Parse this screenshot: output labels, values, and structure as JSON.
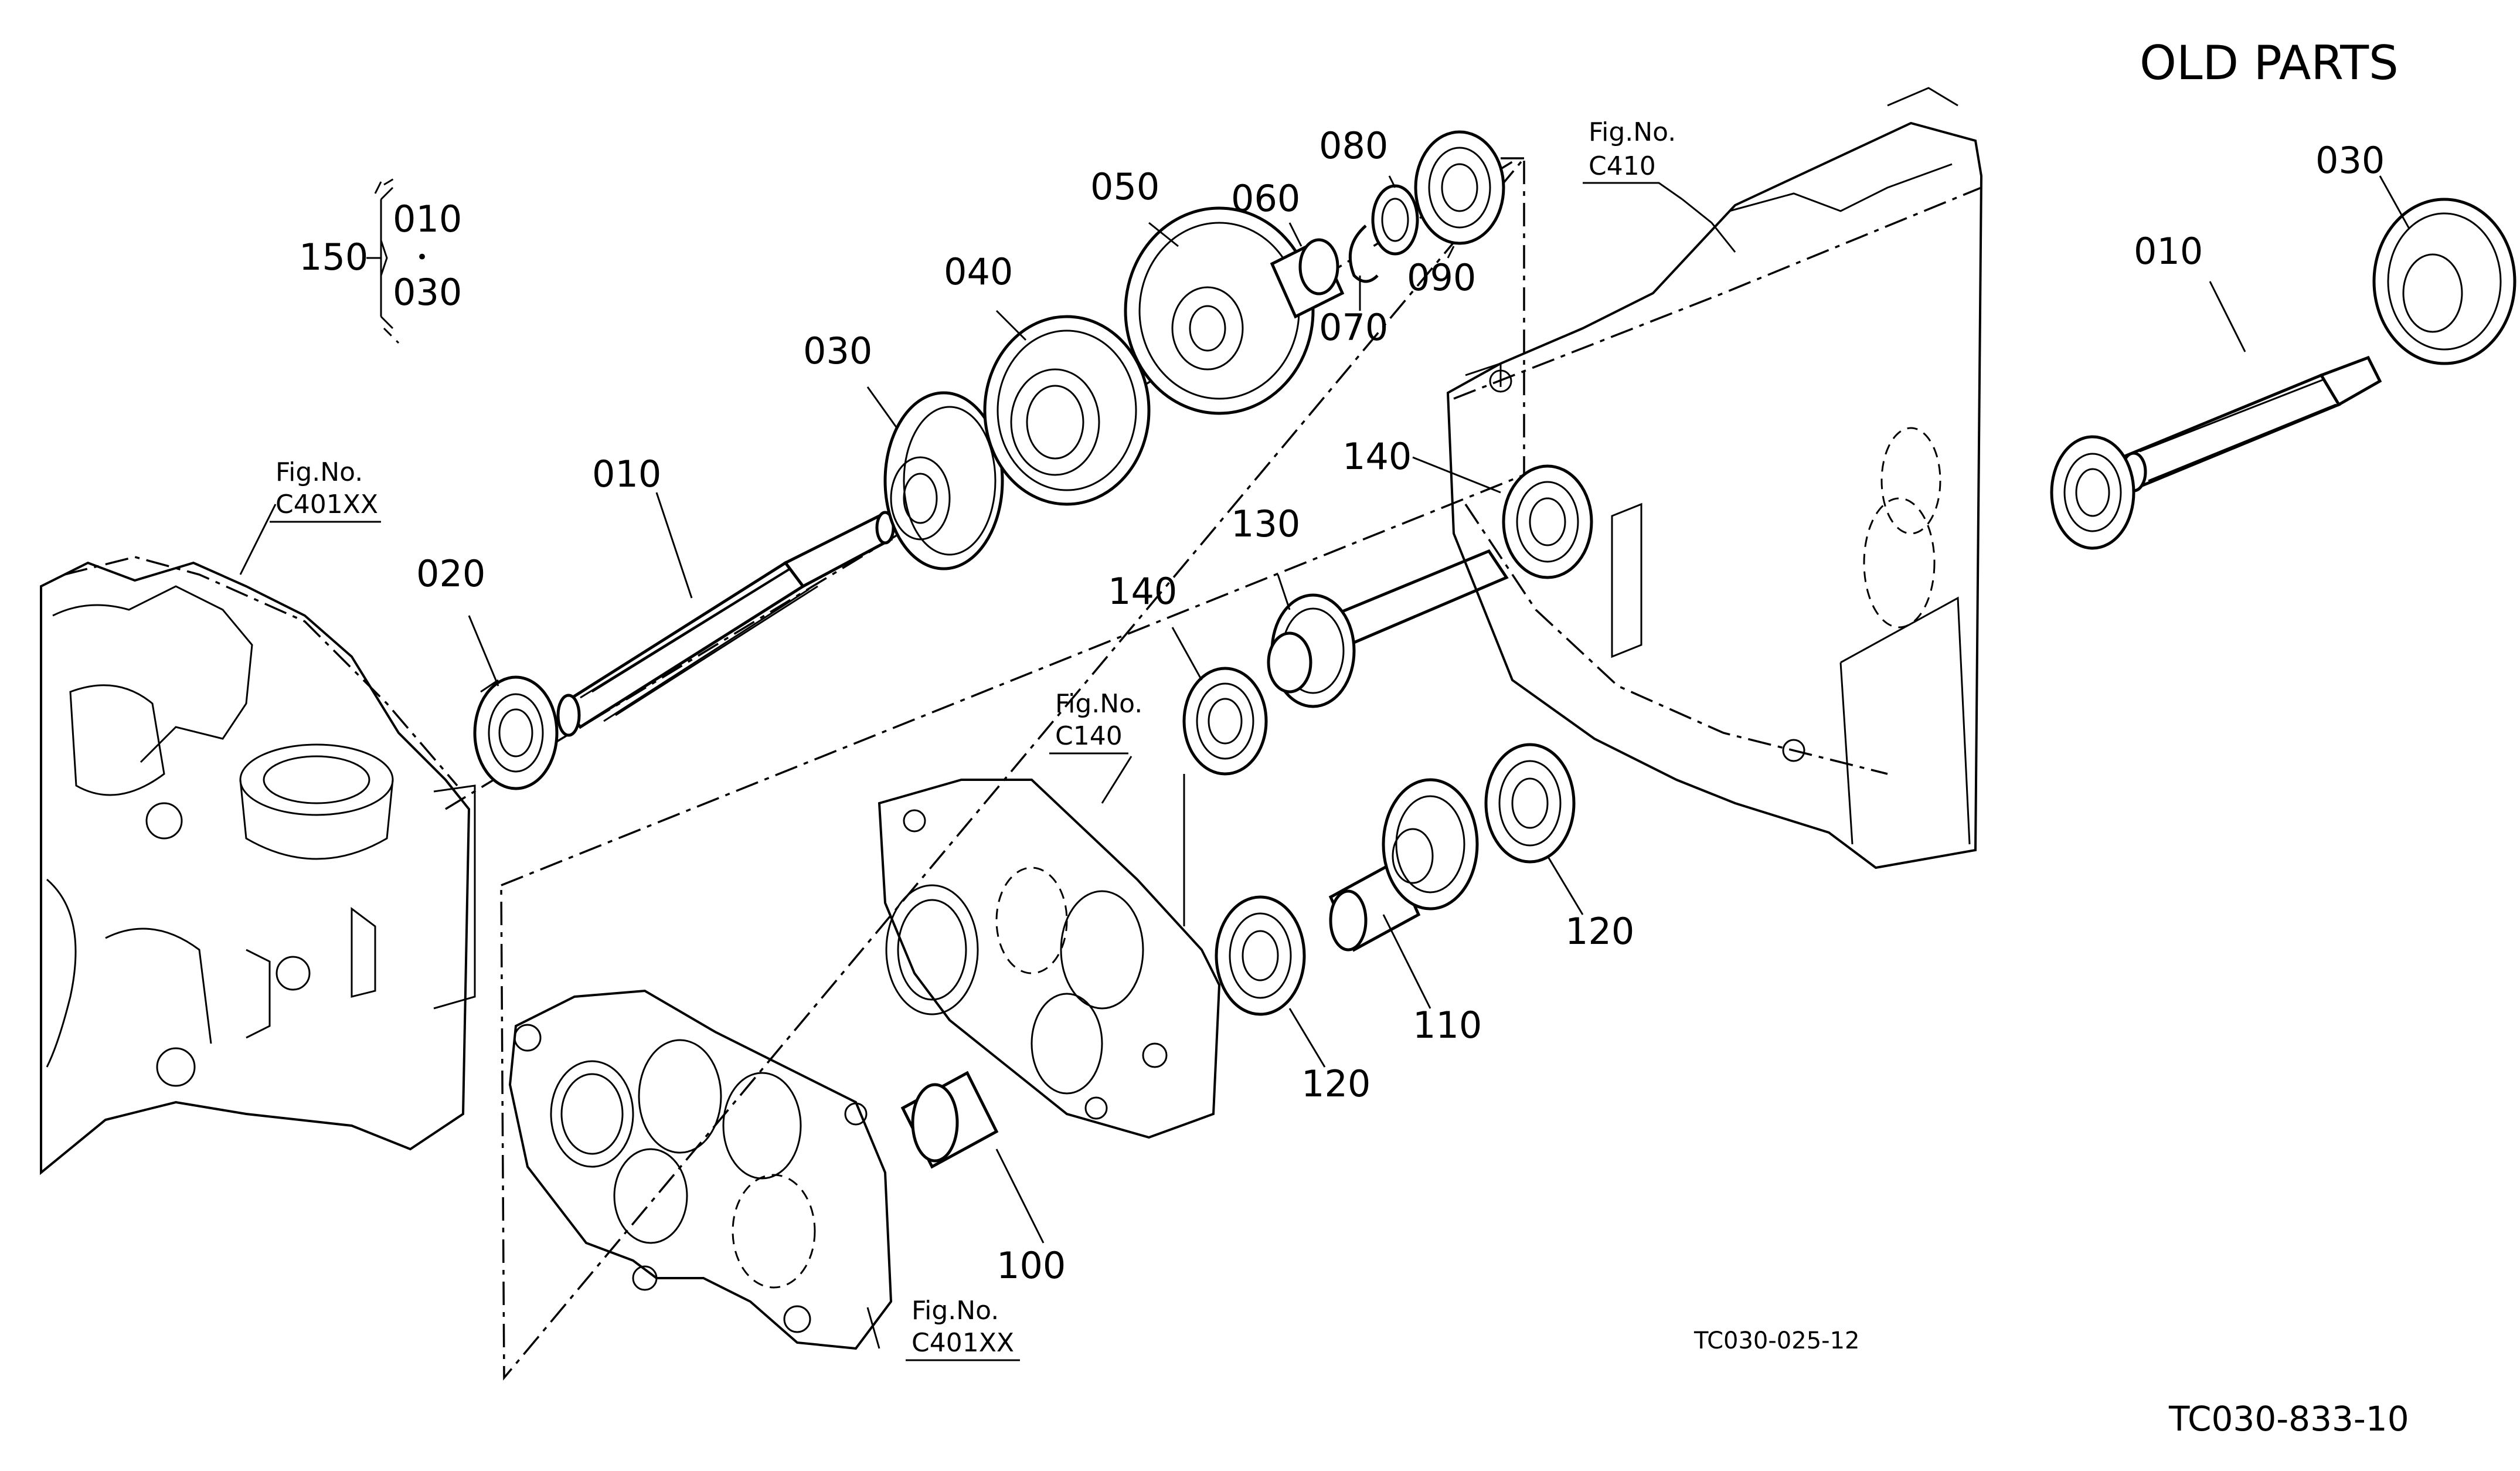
{
  "title": "OLD PARTS",
  "set_group": {
    "main": "150",
    "items": [
      "010",
      "030"
    ],
    "dot": "•"
  },
  "callouts": {
    "p010": "010",
    "p020": "020",
    "p030": "030",
    "p040": "040",
    "p050": "050",
    "p060": "060",
    "p070": "070",
    "p080": "080",
    "p090": "090",
    "p100": "100",
    "p110": "110",
    "p120a": "120",
    "p120b": "120",
    "p130": "130",
    "p140a": "140",
    "p140b": "140",
    "old010": "010",
    "old030": "030"
  },
  "fig_refs": {
    "c401xx_top": {
      "label": "Fig.No.",
      "code": "C401XX"
    },
    "c140": {
      "label": "Fig.No.",
      "code": "C140"
    },
    "c410": {
      "label": "Fig.No.",
      "code": "C410"
    },
    "c401xx_bottom": {
      "label": "Fig.No.",
      "code": "C401XX"
    }
  },
  "drawing_codes": {
    "main": "TC030-025-12",
    "old": "TC030-833-10"
  }
}
